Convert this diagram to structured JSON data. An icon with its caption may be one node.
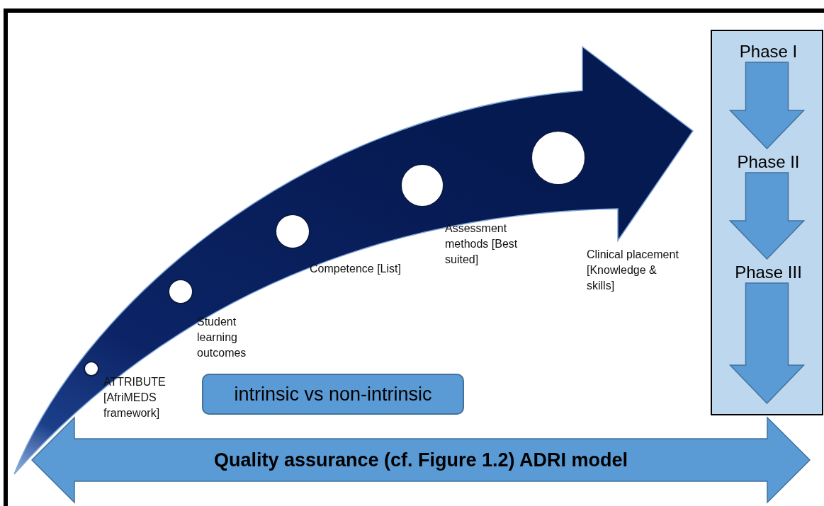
{
  "diagram": {
    "nodes": [
      {
        "text": [],
        "shape": "circle",
        "beside": [
          "ATTRIBUTE [AfriMEDS framework]"
        ]
      },
      {
        "text": [],
        "shape": "circle",
        "beside": [
          "Student learning outcomes"
        ]
      },
      {
        "text": [],
        "shape": "circle",
        "beside": [
          "Competence  [List]"
        ]
      },
      {
        "text": [],
        "shape": "circle",
        "beside": [
          "Assessment methods [Best suited]"
        ]
      },
      {
        "text": [],
        "shape": "circle"
      },
      {
        "text": [
          "intrinsic vs non-intrinsic"
        ]
      },
      {
        "text": [
          "Quality assurance (cf. Figure 1.2) ADRI model"
        ]
      },
      {
        "text": [],
        "shape": "box"
      },
      {
        "text": [
          "Phase I"
        ],
        "in": 7
      },
      {
        "text": [
          "Phase II"
        ],
        "in": 7
      },
      {
        "text": [
          "Phase III"
        ],
        "in": 7
      }
    ],
    "edges": [
      {
        "from": 8,
        "to": 9,
        "arrow": "to",
        "style": "thick"
      },
      {
        "from": 9,
        "to": 10,
        "arrow": "to",
        "style": "thick"
      },
      {
        "from": 10,
        "to": null,
        "arrow": "to",
        "style": "thick"
      }
    ],
    "labels": [
      "Clinical placement [Knowledge & skills]"
    ]
  }
}
